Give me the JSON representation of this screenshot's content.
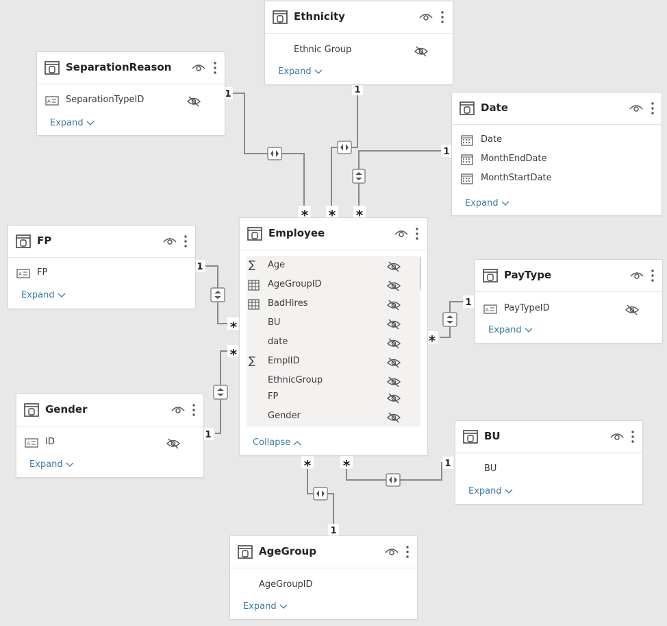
{
  "tables": {
    "ethnicity": {
      "name": "Ethnicity",
      "fields": [
        "Ethnic Group"
      ],
      "link": "Expand"
    },
    "separation_reason": {
      "name": "SeparationReason",
      "fields": [
        "SeparationTypeID"
      ],
      "link": "Expand"
    },
    "date": {
      "name": "Date",
      "fields": [
        "Date",
        "MonthEndDate",
        "MonthStartDate"
      ],
      "link": "Expand"
    },
    "fp": {
      "name": "FP",
      "fields": [
        "FP"
      ],
      "link": "Expand"
    },
    "employee": {
      "name": "Employee",
      "fields": [
        "Age",
        "AgeGroupID",
        "BadHires",
        "BU",
        "date",
        "EmplID",
        "EthnicGroup",
        "FP",
        "Gender"
      ],
      "link": "Collapse"
    },
    "pay_type": {
      "name": "PayType",
      "fields": [
        "PayTypeID"
      ],
      "link": "Expand"
    },
    "gender": {
      "name": "Gender",
      "fields": [
        "ID"
      ],
      "link": "Expand"
    },
    "bu": {
      "name": "BU",
      "fields": [
        "BU"
      ],
      "link": "Expand"
    },
    "age_group": {
      "name": "AgeGroup",
      "fields": [
        "AgeGroupID"
      ],
      "link": "Expand"
    }
  },
  "cardinality": {
    "one": "1",
    "many": "*"
  },
  "colors": {
    "canvas": "#e8e8e8",
    "line": "#8a8886",
    "link": "#3a7aa8",
    "icon": "#444444"
  },
  "field_icon_names": {
    "text": "text-field-icon",
    "sum": "sigma-icon",
    "calc_table": "calc-column-icon",
    "calendar": "calendar-icon",
    "hidden": "hidden-eye-icon"
  }
}
